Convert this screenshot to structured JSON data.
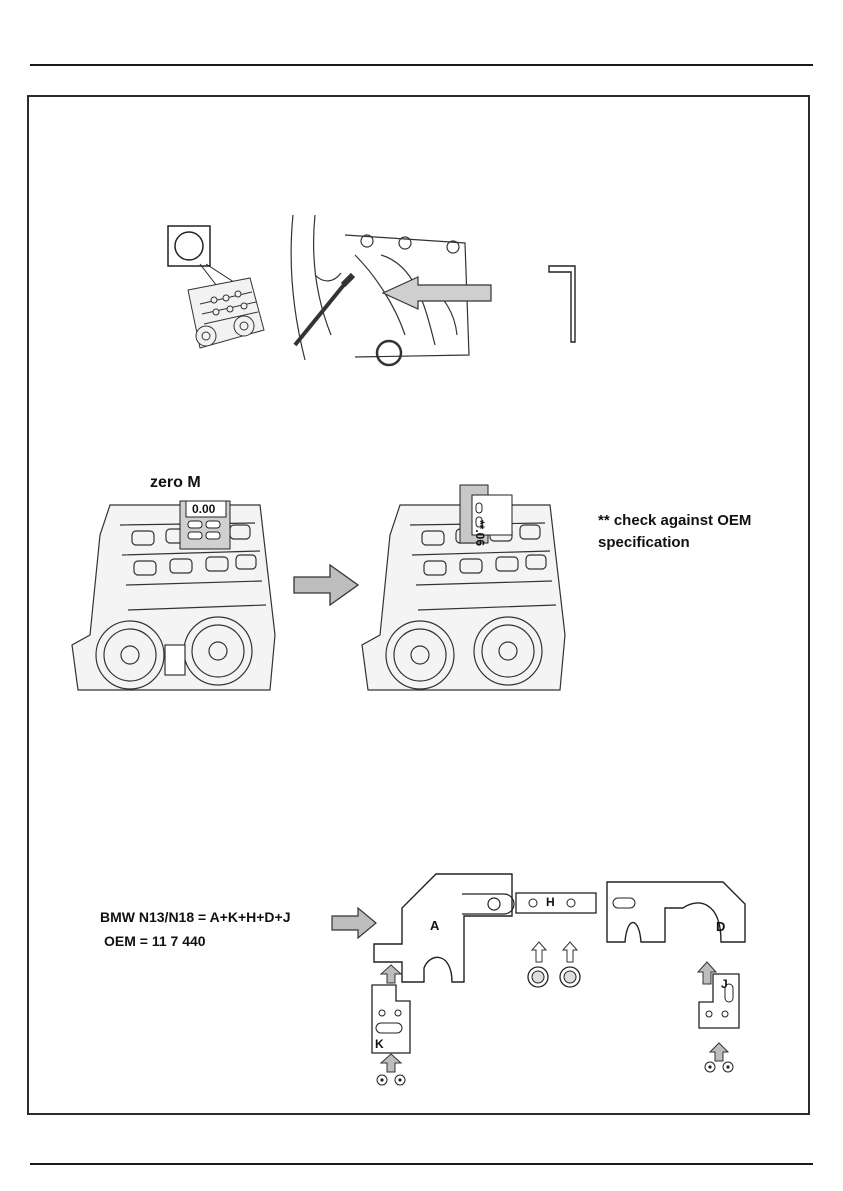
{
  "step2": {
    "zero_label": "zero M",
    "gauge_reading": "0.00",
    "rotated_reading": "**.06",
    "note_line1": "** check against OEM",
    "note_line2": "specification"
  },
  "step3": {
    "model_line": "BMW N13/N18 = A+K+H+D+J",
    "oem_line": "OEM = 11 7 440",
    "part_labels": {
      "A": "A",
      "H": "H",
      "D": "D",
      "J": "J",
      "K": "K"
    }
  }
}
